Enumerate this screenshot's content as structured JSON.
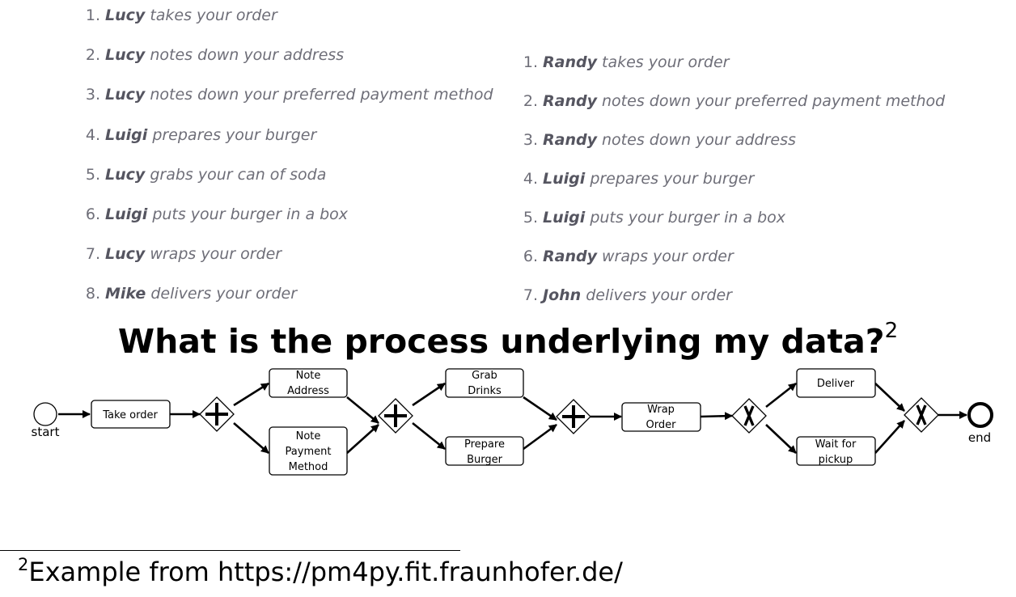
{
  "log_left": [
    {
      "num": "1.",
      "actor": "Lucy",
      "action": "takes your order"
    },
    {
      "num": "2.",
      "actor": "Lucy",
      "action": "notes down your address"
    },
    {
      "num": "3.",
      "actor": "Lucy",
      "action": "notes down your preferred payment method"
    },
    {
      "num": "4.",
      "actor": "Luigi",
      "action": "prepares your burger"
    },
    {
      "num": "5.",
      "actor": "Lucy",
      "action": "grabs your can of soda"
    },
    {
      "num": "6.",
      "actor": "Luigi",
      "action": "puts your burger in a box"
    },
    {
      "num": "7.",
      "actor": "Lucy",
      "action": "wraps your order"
    },
    {
      "num": "8.",
      "actor": "Mike",
      "action": "delivers your order"
    }
  ],
  "log_right": [
    {
      "num": "1.",
      "actor": "Randy",
      "action": "takes your order"
    },
    {
      "num": "2.",
      "actor": "Randy",
      "action": "notes down your preferred payment method"
    },
    {
      "num": "3.",
      "actor": "Randy",
      "action": "notes down your address"
    },
    {
      "num": "4.",
      "actor": "Luigi",
      "action": "prepares your burger"
    },
    {
      "num": "5.",
      "actor": "Luigi",
      "action": "puts your burger in a box"
    },
    {
      "num": "6.",
      "actor": "Randy",
      "action": "wraps your order"
    },
    {
      "num": "7.",
      "actor": "John",
      "action": "delivers your order"
    }
  ],
  "title": {
    "text": "What is the process underlying my data?",
    "footnote_mark": "2"
  },
  "diagram": {
    "start_label": "start",
    "end_label": "end",
    "tasks": {
      "take_order": [
        "Take order"
      ],
      "note_address": [
        "Note",
        "Address"
      ],
      "note_payment": [
        "Note",
        "Payment",
        "Method"
      ],
      "grab_drinks": [
        "Grab",
        "Drinks"
      ],
      "prepare_burger": [
        "Prepare",
        "Burger"
      ],
      "wrap_order": [
        "Wrap",
        "Order"
      ],
      "deliver": [
        "Deliver"
      ],
      "wait_pickup": [
        "Wait for",
        "pickup"
      ]
    }
  },
  "footnote": {
    "mark": "2",
    "text": "Example from https://pm4py.fit.fraunhofer.de/"
  }
}
